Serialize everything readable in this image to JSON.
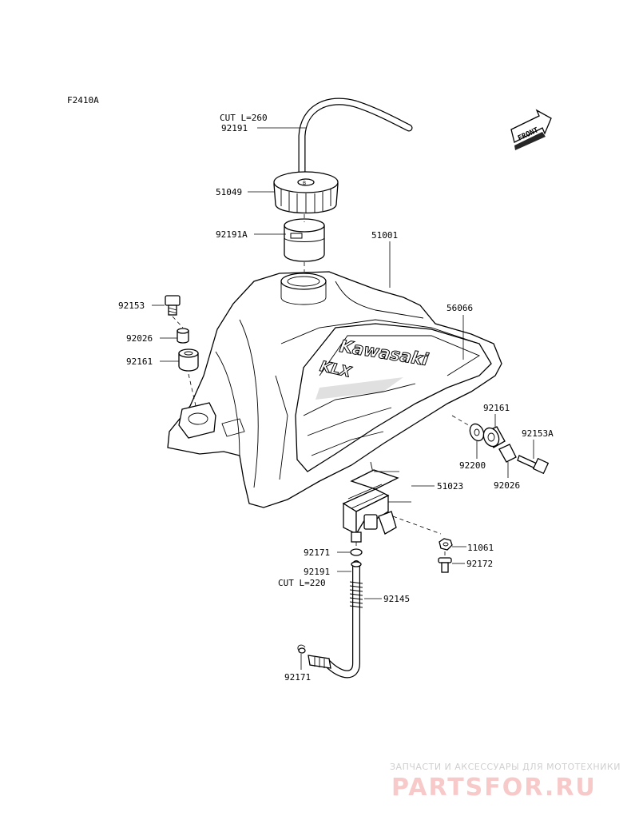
{
  "figure_code": "F2410A",
  "front_label": "FRONT",
  "tank_brand": "Kawasaki",
  "tank_model": "KLX",
  "parts": {
    "fuel_hose_top_cut": "CUT  L=260",
    "fuel_hose_top": "92191",
    "cap": "51049",
    "hose_a": "92191A",
    "tank": "51001",
    "tank_emblem": "56066",
    "bolt_left": "92153",
    "collar_left": "92026",
    "damper_left": "92161",
    "damper_right": "92161",
    "bolt_right": "92153A",
    "washer_right": "92200",
    "collar_right": "92026",
    "fuel_cock": "51023",
    "nut": "11061",
    "screw": "92172",
    "clamp_upper": "92171",
    "fuel_hose_bottom": "92191",
    "fuel_hose_bottom_cut": "CUT  L=220",
    "hose_guard": "92145",
    "clamp_lower": "92171"
  },
  "watermark": {
    "tagline": "ЗАПЧАСТИ И АКСЕССУАРЫ ДЛЯ МОТОТЕХНИКИ",
    "site": "PARTSFOR.RU"
  }
}
